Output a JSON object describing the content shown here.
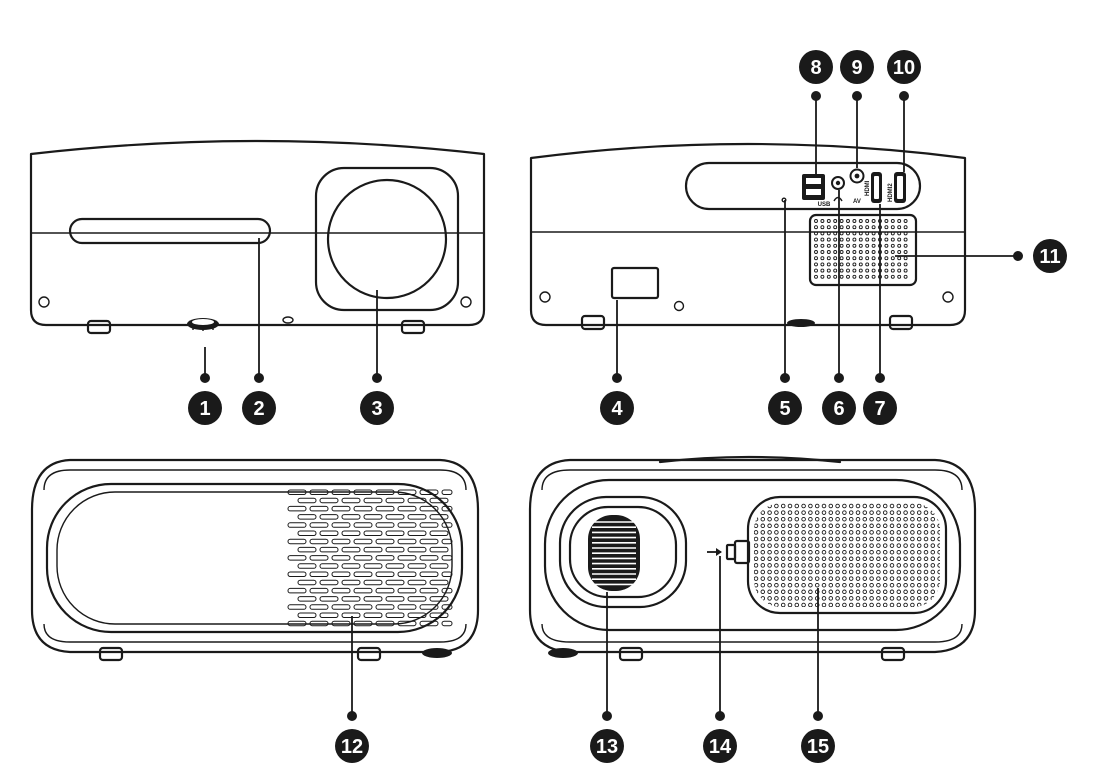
{
  "callouts": [
    {
      "label": "1"
    },
    {
      "label": "2"
    },
    {
      "label": "3"
    },
    {
      "label": "4"
    },
    {
      "label": "5"
    },
    {
      "label": "6"
    },
    {
      "label": "7"
    },
    {
      "label": "8"
    },
    {
      "label": "9"
    },
    {
      "label": "10"
    },
    {
      "label": "11"
    },
    {
      "label": "12"
    },
    {
      "label": "13"
    },
    {
      "label": "14"
    },
    {
      "label": "15"
    }
  ],
  "port_marks": {
    "usb": "USB",
    "av": "AV",
    "hdmi1": "HDMI",
    "hdmi2": "HDMI2"
  },
  "colors": {
    "ink": "#1a1a1a",
    "paper": "#ffffff"
  }
}
